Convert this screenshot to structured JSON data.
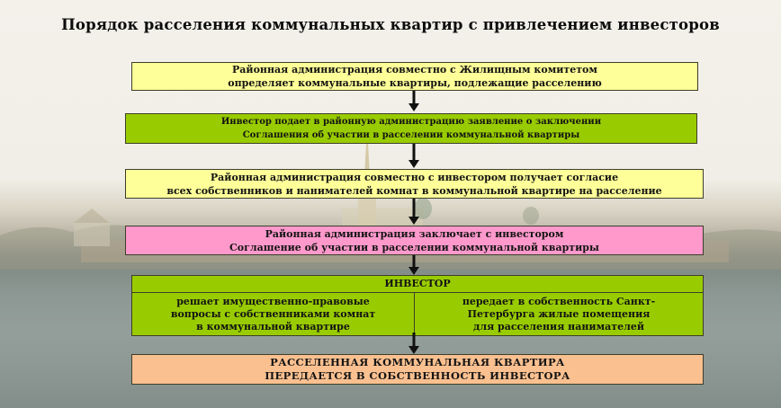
{
  "title": "Порядок расселения коммунальных квартир с привлечением инвесторов",
  "steps": [
    {
      "lines": [
        "Районная администрация совместно с Жилищным комитетом",
        "определяет коммунальные квартиры, подлежащие расселению"
      ]
    },
    {
      "lines": [
        "Инвестор подает в районную администрацию заявление о заключении",
        "Соглашения об участии в расселении коммунальной квартиры"
      ]
    },
    {
      "lines": [
        "Районная администрация совместно с инвестором получает согласие",
        "всех собственников и нанимателей комнат в коммунальной квартире на расселение"
      ]
    },
    {
      "lines": [
        "Районная администрация заключает с инвестором",
        "Соглашение об участии в расселении коммунальной квартиры"
      ]
    }
  ],
  "investor": {
    "heading": "ИНВЕСТОР",
    "left_lines": [
      "решает имущественно-правовые",
      "вопросы с собственниками комнат",
      "в коммунальной квартире"
    ],
    "right_lines": [
      "передает в собственность Санкт-",
      "Петербурга жилые помещения",
      "для расселения нанимателей"
    ]
  },
  "final": {
    "lines": [
      "РАССЕЛЕННАЯ КОММУНАЛЬНАЯ КВАРТИРА",
      "ПЕРЕДАЕТСЯ В СОБСТВЕННОСТЬ ИНВЕСТОРА"
    ]
  },
  "colors": {
    "step1": "#ffff99",
    "step2": "#99cc00",
    "step3": "#ffff99",
    "step4": "#ff99cc",
    "investor": "#99cc00",
    "final": "#fac090",
    "arrow": "#111111"
  }
}
